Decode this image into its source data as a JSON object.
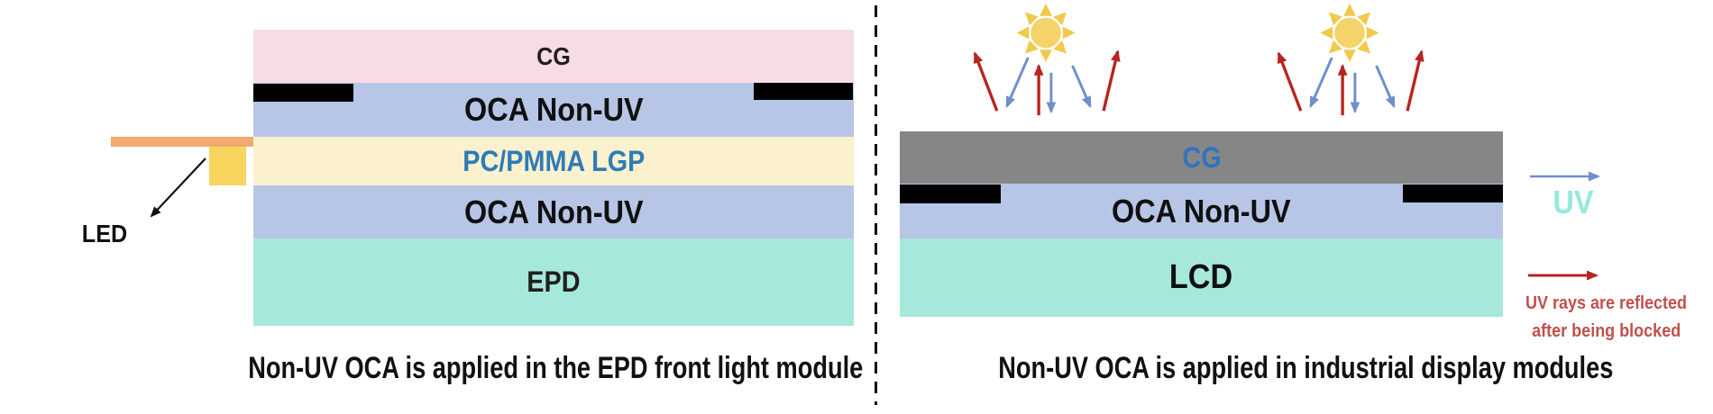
{
  "left_panel": {
    "stack": {
      "layers": [
        {
          "name": "cover-glass",
          "label": "CG",
          "color": "#F8DCE3",
          "text_color": "#1f1f1f"
        },
        {
          "name": "oca-top",
          "label": "OCA Non-UV",
          "color": "#B7C6E6",
          "text_color": "#101010"
        },
        {
          "name": "light-guide",
          "label": "PC/PMMA LGP",
          "color": "#FCF1CF",
          "text_color": "#2E7CB8"
        },
        {
          "name": "oca-bottom",
          "label": "OCA Non-UV",
          "color": "#B7C6E6",
          "text_color": "#101010"
        },
        {
          "name": "epd",
          "label": "EPD",
          "color": "#A7E8DC",
          "text_color": "#1f1f1f"
        }
      ]
    },
    "led_label": "LED",
    "caption": "Non-UV OCA is applied in the EPD front light module"
  },
  "right_panel": {
    "stack": {
      "layers": [
        {
          "name": "cover-glass",
          "label": "CG",
          "color": "#868686",
          "text_color": "#2E74C0"
        },
        {
          "name": "oca",
          "label": "OCA Non-UV",
          "color": "#B7C6E6",
          "text_color": "#101010"
        },
        {
          "name": "lcd",
          "label": "LCD",
          "color": "#A7E8DC",
          "text_color": "#101010"
        }
      ]
    },
    "legend": {
      "uv_label": "UV",
      "reflected_line1": "UV rays are reflected",
      "reflected_line2": "after being blocked"
    },
    "caption": "Non-UV OCA is applied in industrial display modules"
  },
  "colors": {
    "incoming_uv_arrow": "#6F8FCB",
    "reflected_uv_arrow": "#B8241F",
    "reflected_note_text": "#C0504D",
    "uv_label_text": "#93E9DF",
    "sun_disc": "#F6D26A",
    "sun_rays": "#F2C94C",
    "led_chip": "#F8D45F",
    "fpc_bar": "#F0A96E",
    "bezel_bar": "#000000"
  }
}
